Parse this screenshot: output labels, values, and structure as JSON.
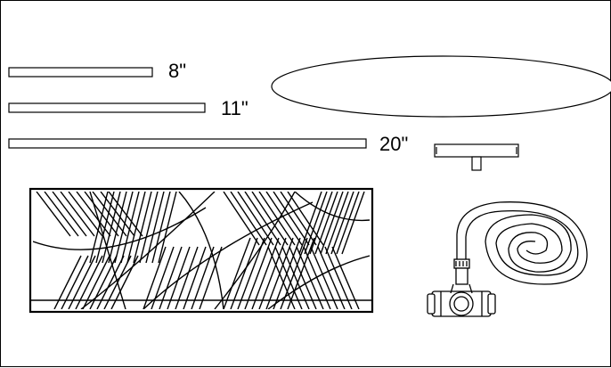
{
  "parts": {
    "rod_short": {
      "length_label": "8\""
    },
    "rod_medium": {
      "length_label": "11\""
    },
    "rod_long": {
      "length_label": "20\""
    }
  },
  "colors": {
    "line": "#000000",
    "fill": "#ffffff"
  }
}
